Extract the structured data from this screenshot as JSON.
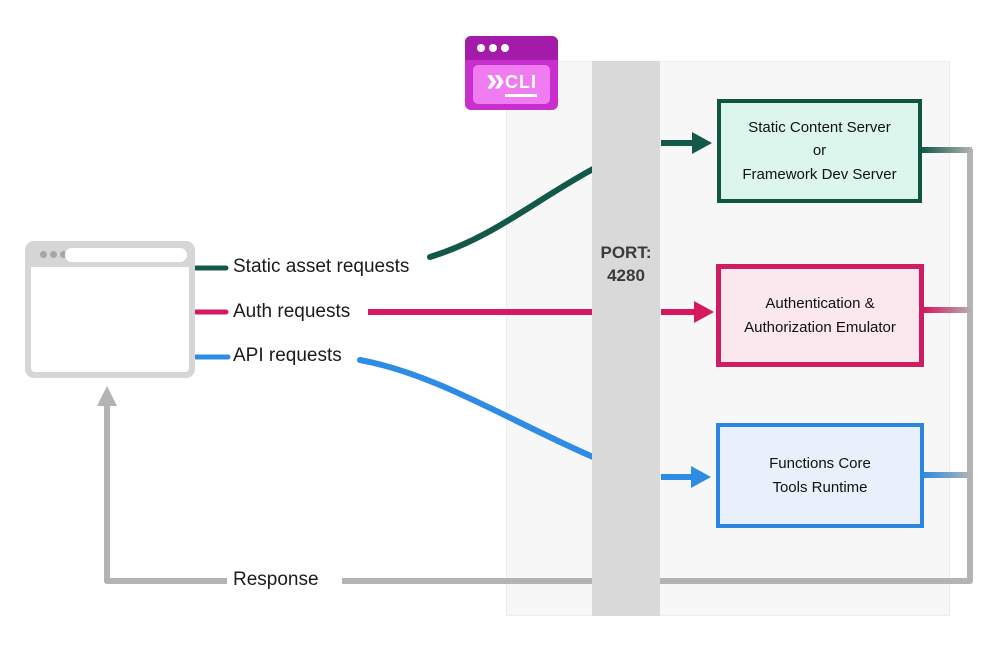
{
  "labels": {
    "static_asset_requests": "Static asset requests",
    "auth_requests": "Auth requests",
    "api_requests": "API requests",
    "response": "Response"
  },
  "port_bar": {
    "line1": "PORT:",
    "line2": "4280"
  },
  "cli_icon": {
    "chevron": "»",
    "label": "CLI"
  },
  "boxes": [
    {
      "name": "static-content-server",
      "lines": [
        "Static Content Server",
        "or",
        "Framework Dev Server"
      ],
      "border_color": "#0e5641",
      "bg_color": "#dcf6ee"
    },
    {
      "name": "auth-emulator",
      "lines": [
        "Authentication &",
        "Authorization Emulator"
      ],
      "border_color": "#ce1d62",
      "bg_color": "#fbe7ee"
    },
    {
      "name": "functions-core-tools",
      "lines": [
        "Functions Core",
        "Tools Runtime"
      ],
      "border_color": "#2a86df",
      "bg_color": "#e8f1fb"
    }
  ],
  "colors": {
    "static_request_line": "#14584a",
    "auth_request_line": "#d6195f",
    "api_request_line": "#2e8ce4",
    "response_line": "#b3b3b3",
    "panel_bg": "#f7f7f7",
    "port_bar_bg": "#d9d9d9",
    "port_text": "#3a3a3a"
  }
}
